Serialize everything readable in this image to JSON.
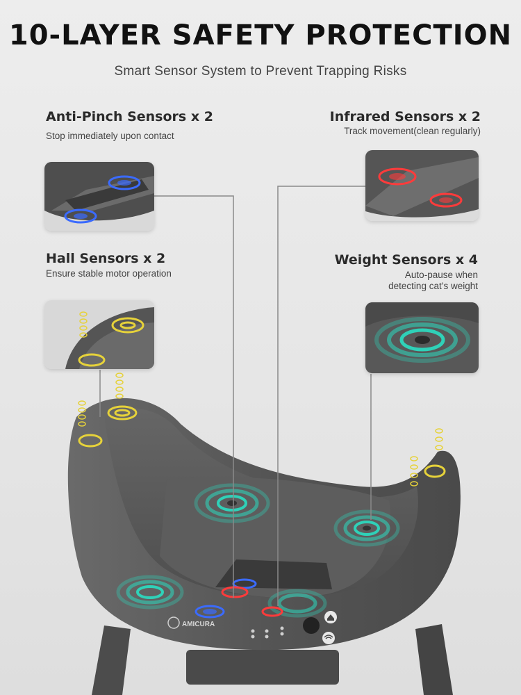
{
  "header": {
    "title": "10-LAYER SAFETY PROTECTION",
    "subtitle": "Smart Sensor System to Prevent Trapping Risks"
  },
  "sensors": [
    {
      "name": "Anti-Pinch Sensors x 2",
      "desc": "Stop immediately upon contact",
      "color": "#3b6bff"
    },
    {
      "name": "Infrared Sensors x 2",
      "desc": "Track movement(clean regularly)",
      "color": "#ff3b3b"
    },
    {
      "name": "Hall Sensors x 2",
      "desc": "Ensure stable motor operation",
      "color": "#e6d23a"
    },
    {
      "name": "Weight Sensors x 4",
      "desc_line1": "Auto-pause when",
      "desc_line2": "detecting cat’s weight",
      "color": "#2fd1b8"
    }
  ],
  "product": {
    "brand": "AMICURA",
    "body_color": "#5b5b5b"
  }
}
